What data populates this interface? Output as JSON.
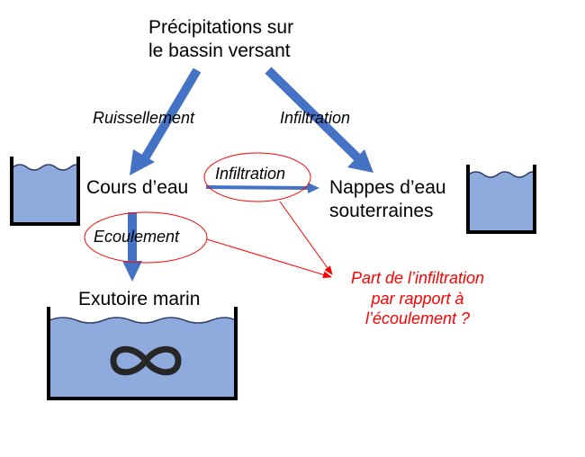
{
  "labels": {
    "precipitation": [
      "Précipitations sur",
      "le bassin versant"
    ],
    "ruissellement": "Ruissellement",
    "infiltration_top": "Infiltration",
    "infiltration_mid": "Infiltration",
    "cours_eau": "Cours d’eau",
    "nappes": [
      "Nappes d’eau",
      "souterraines"
    ],
    "ecoulement": "Ecoulement",
    "exutoire": "Exutoire marin",
    "question": [
      "Part de l’infiltration",
      "par rapport à",
      "l’écoulement ?"
    ]
  },
  "icons": {
    "infinity": "infinity-icon"
  },
  "colors": {
    "arrow": "#4472c4",
    "water": "#8faadc",
    "wave": "#2f3d6b",
    "tank": "#000000",
    "annotation": "#ff0000"
  }
}
